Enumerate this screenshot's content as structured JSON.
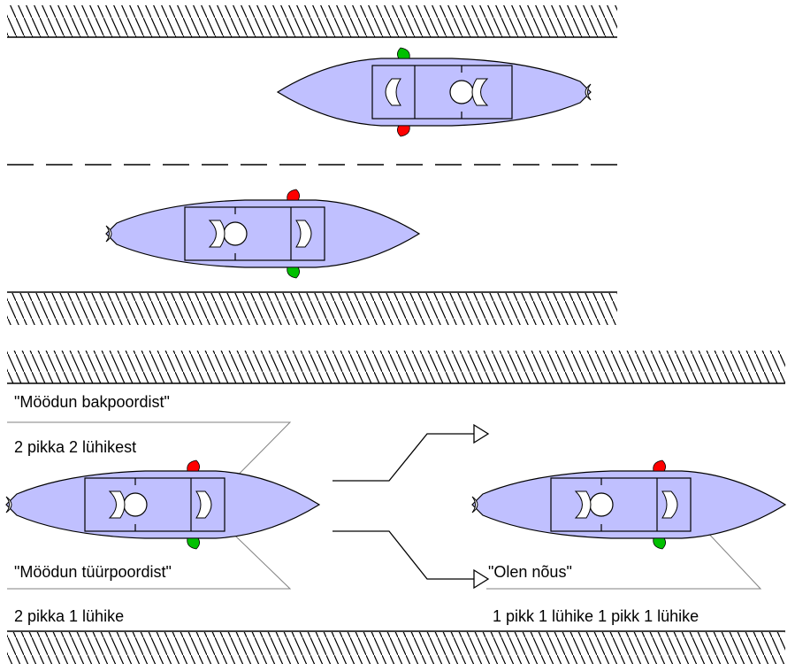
{
  "colors": {
    "hull": "#c0c0ff",
    "outline": "#000000",
    "leader": "#808080",
    "port_light": "#ff0000",
    "starboard_light": "#00c000",
    "background": "#ffffff"
  },
  "icons": {
    "boat": "vessel-top-view",
    "port_light": "red-sidelight",
    "starboard_light": "green-sidelight",
    "arrow": "open-arrowhead"
  },
  "labels": {
    "overtake_port": "\"Möödun bakpoordist\"",
    "overtake_port_signal": "2 pikka 2 lühikest",
    "overtake_starboard": "\"Möödun tüürpoordist\"",
    "overtake_starboard_signal": "2 pikka 1 lühike",
    "agree": "\"Olen nõus\"",
    "agree_signal": "1 pikk 1 lühike 1 pikk 1 lühike"
  }
}
